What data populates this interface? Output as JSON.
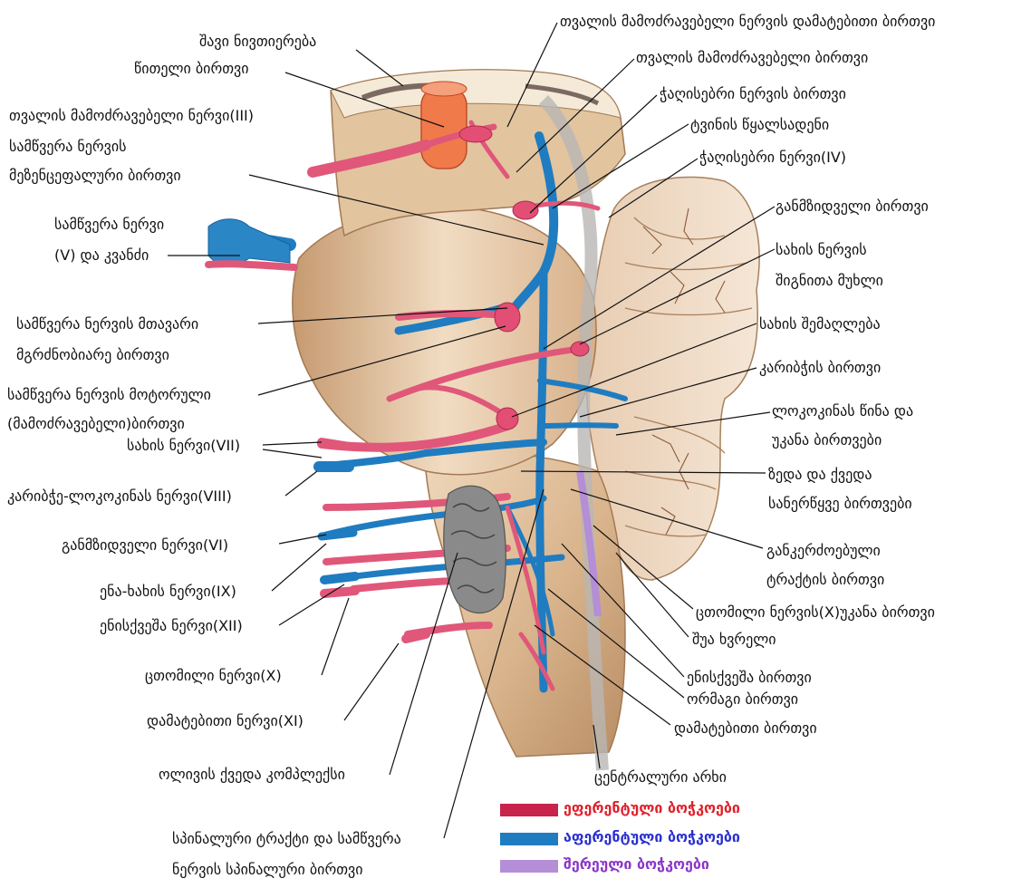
{
  "labels": {
    "tectum": "შავი ნივთიერება",
    "red_nucleus": "წითელი ბირთვი",
    "oculomotor_nerve": "თვალის მამოძრავებელი ნერვი(III)",
    "trigeminal_mes_1": "სამწვერა ნერვის",
    "trigeminal_mes_2": "მეზენცეფალური ბირთვი",
    "trigeminal_nerve_1": "სამწვერა ნერვი",
    "trigeminal_nerve_2": "(V)  და კვანძი",
    "trigeminal_main_1": "სამწვერა ნერვის მთავარი",
    "trigeminal_main_2": "მგრძნობიარე ბირთვი",
    "trigeminal_motor_1": "სამწვერა ნერვის მოტორული",
    "trigeminal_motor_2": "(მამოძრავებელი)ბირთვი",
    "facial_nerve": "სახის ნერვი(VII)",
    "vestibulocochlear_nerve": "კარიბჭე-ლოკოკინას ნერვი(VIII)",
    "abducens_nerve": "განმზიდველი ნერვი(VI)",
    "glossopharyngeal_nerve": "ენა-ხახის ნერვი(IX)",
    "hypoglossal_nerve": "ენისქვეშა ნერვი(XII)",
    "vagus_nerve": "ცთომილი ნერვი(X)",
    "accessory_nerve": "დამატებითი ნერვი(XI)",
    "inferior_olive": "ოლივის ქვედა კომპლექსი",
    "spinal_tract_1": "სპინალური ტრაქტი და სამწვერა",
    "spinal_tract_2": "ნერვის სპინალური ბირთვი",
    "accessory_oculomotor": "თვალის მამოძრავებელი ნერვის დამატებითი ბირთვი",
    "oculomotor_nucleus": "თვალის მამოძრავებელი ბირთვი",
    "trochlear_nucleus": "ჭაღისებრი ნერვის  ბირთვი",
    "cerebral_aqueduct": "ტვინის წყალსადენი",
    "trochlear_nerve": "ჭაღისებრი ნერვი(IV)",
    "abducens_nucleus": "განმზიდველი ბირთვი",
    "facial_genu_1": "სახის ნერვის",
    "facial_genu_2": "შიგნითა მუხლი",
    "facial_colliculus": "სახის შემაღლება",
    "vestibular_nuclei": "კარიბჭის ბირთვი",
    "cochlear_nuclei_1": "ლოკოკინას წინა და",
    "cochlear_nuclei_2": "უკანა ბირთვები",
    "salivatory_1": "ზედა და ქვედა",
    "salivatory_2": "სანერწყვე ბირთვები",
    "solitary_1": "განკერძოებული",
    "solitary_2": "ტრაქტის ბირთვი",
    "vagus_dorsal": "ცთომილი ნერვის(X)უკანა ბირთვი",
    "median_sulcus": "შუა ხვრელი",
    "hypoglossal_nucleus": "ენისქვეშა ბირთვი",
    "nucleus_ambiguus": "ორმაგი ბირთვი",
    "accessory_nucleus": "დამატებითი ბირთვი",
    "central_canal": "ცენტრალური არხი"
  },
  "legend": [
    {
      "label": "ეფერენტული ბოჭკოები",
      "color": "#c8234a",
      "text_color": "#e0202a"
    },
    {
      "label": "აფერენტული ბოჭკოები",
      "color": "#1f7cc0",
      "text_color": "#2a2fd0"
    },
    {
      "label": "შერეული ბოჭკოები",
      "color": "#b48ed6",
      "text_color": "#8a36c8"
    }
  ]
}
